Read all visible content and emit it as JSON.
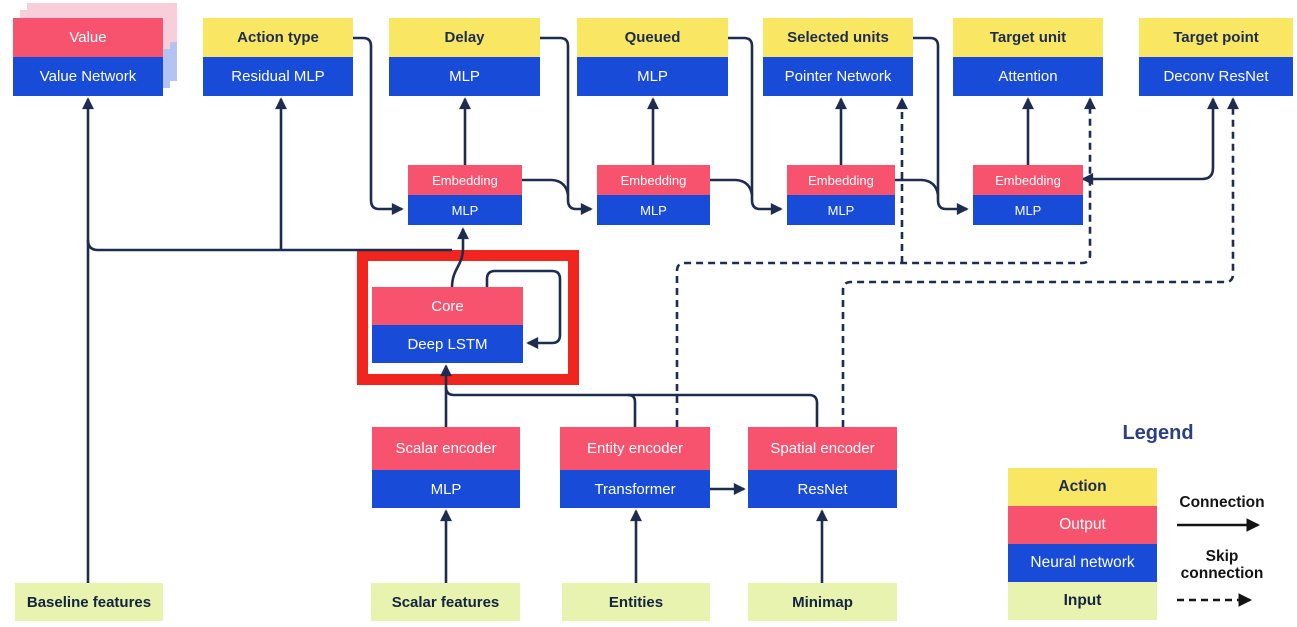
{
  "palette": {
    "action_yellow": "#F9E763",
    "output_pink": "#F7536F",
    "network_blue": "#174BD8",
    "input_green": "#E7F3AE",
    "line_navy": "#1E2C4F",
    "highlight_red": "#F0251D"
  },
  "heads": [
    {
      "title": "Value",
      "subtitle": "Value Network"
    },
    {
      "title": "Action type",
      "subtitle": "Residual MLP"
    },
    {
      "title": "Delay",
      "subtitle": "MLP"
    },
    {
      "title": "Queued",
      "subtitle": "MLP"
    },
    {
      "title": "Selected units",
      "subtitle": "Pointer Network"
    },
    {
      "title": "Target unit",
      "subtitle": "Attention"
    },
    {
      "title": "Target point",
      "subtitle": "Deconv ResNet"
    }
  ],
  "embeddings": [
    {
      "title": "Embedding",
      "subtitle": "MLP"
    },
    {
      "title": "Embedding",
      "subtitle": "MLP"
    },
    {
      "title": "Embedding",
      "subtitle": "MLP"
    },
    {
      "title": "Embedding",
      "subtitle": "MLP"
    }
  ],
  "core": {
    "title": "Core",
    "subtitle": "Deep LSTM"
  },
  "encoders": [
    {
      "title": "Scalar encoder",
      "subtitle": "MLP"
    },
    {
      "title": "Entity encoder",
      "subtitle": "Transformer"
    },
    {
      "title": "Spatial encoder",
      "subtitle": "ResNet"
    }
  ],
  "inputs": [
    {
      "label": "Baseline features"
    },
    {
      "label": "Scalar features"
    },
    {
      "label": "Entities"
    },
    {
      "label": "Minimap"
    }
  ],
  "legend": {
    "title": "Legend",
    "items": [
      {
        "label": "Action",
        "color": "#F9E763"
      },
      {
        "label": "Output",
        "color": "#F7536F"
      },
      {
        "label": "Neural network",
        "color": "#174BD8"
      },
      {
        "label": "Input",
        "color": "#E7F3AE"
      }
    ],
    "connection_label": "Connection",
    "skip_connection_label": "Skip connection"
  },
  "highlight": {
    "color": "#F0251D",
    "target": "Core / Deep LSTM"
  }
}
